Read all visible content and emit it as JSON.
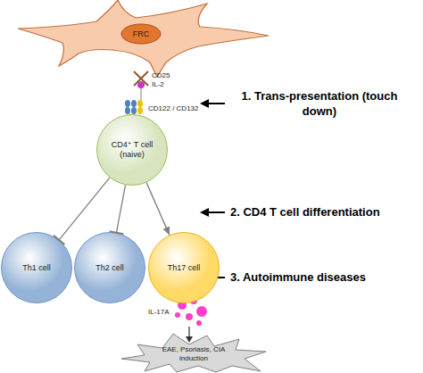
{
  "diagram": {
    "nodes": [
      {
        "text": [
          "FRC"
        ]
      },
      {
        "text": [
          "CD4⁺ T cell (naive)"
        ]
      },
      {
        "text": [
          "Th1 cell"
        ]
      },
      {
        "text": [
          "Th2 cell"
        ]
      },
      {
        "text": [
          "Th17 cell"
        ]
      },
      {
        "text": [
          "EAE, Psoriasis, CIA induction"
        ]
      }
    ],
    "edges": [
      {
        "from": 1,
        "to": 2,
        "arrow": "to"
      },
      {
        "from": 1,
        "to": 3,
        "arrow": "to"
      },
      {
        "from": 1,
        "to": 4,
        "arrow": "to"
      }
    ],
    "labels": [
      "CD25",
      "IL-2",
      "CD122 / CD132",
      "1. Trans-presentation (touch down)",
      "2. CD4 T cell differentiation",
      "3. Autoimmune diseases",
      "IL-17A"
    ]
  }
}
